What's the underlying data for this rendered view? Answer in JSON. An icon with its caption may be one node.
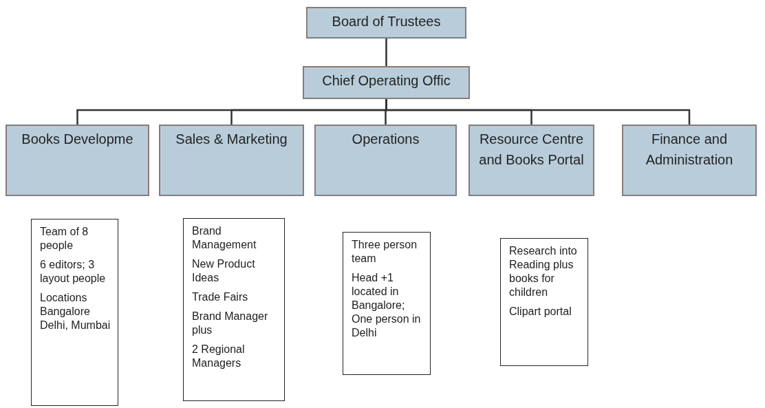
{
  "diagram": {
    "nodes": [
      {
        "text": [
          "Board of Trustees"
        ]
      },
      {
        "text": [
          "Chief Operating Offic"
        ]
      },
      {
        "text": [
          "Books Developme"
        ]
      },
      {
        "text": [
          "Sales & Marketing"
        ]
      },
      {
        "text": [
          "Operations"
        ]
      },
      {
        "text": [
          "Resource Centre and Books Portal"
        ]
      },
      {
        "text": [
          "Finance and Administration"
        ]
      },
      {
        "text": [
          "Team of 8 people",
          "6 editors; 3 layout people",
          "Locations Bangalore Delhi, Mumbai"
        ]
      },
      {
        "text": [
          "Brand Management",
          "New Product Ideas",
          "Trade Fairs",
          "Brand Manager plus",
          "2 Regional Managers"
        ]
      },
      {
        "text": [
          "Three person team",
          "Head +1 located in Bangalore; One person in Delhi"
        ]
      },
      {
        "text": [
          "Research into Reading plus books for children",
          "Clipart portal"
        ]
      }
    ],
    "edges": [
      {
        "from": 0,
        "to": 1,
        "arrow": "none"
      },
      {
        "from": 1,
        "to": 2,
        "arrow": "none"
      },
      {
        "from": 1,
        "to": 3,
        "arrow": "none"
      },
      {
        "from": 1,
        "to": 4,
        "arrow": "none"
      },
      {
        "from": 1,
        "to": 5,
        "arrow": "none"
      },
      {
        "from": 1,
        "to": 6,
        "arrow": "none"
      }
    ]
  }
}
